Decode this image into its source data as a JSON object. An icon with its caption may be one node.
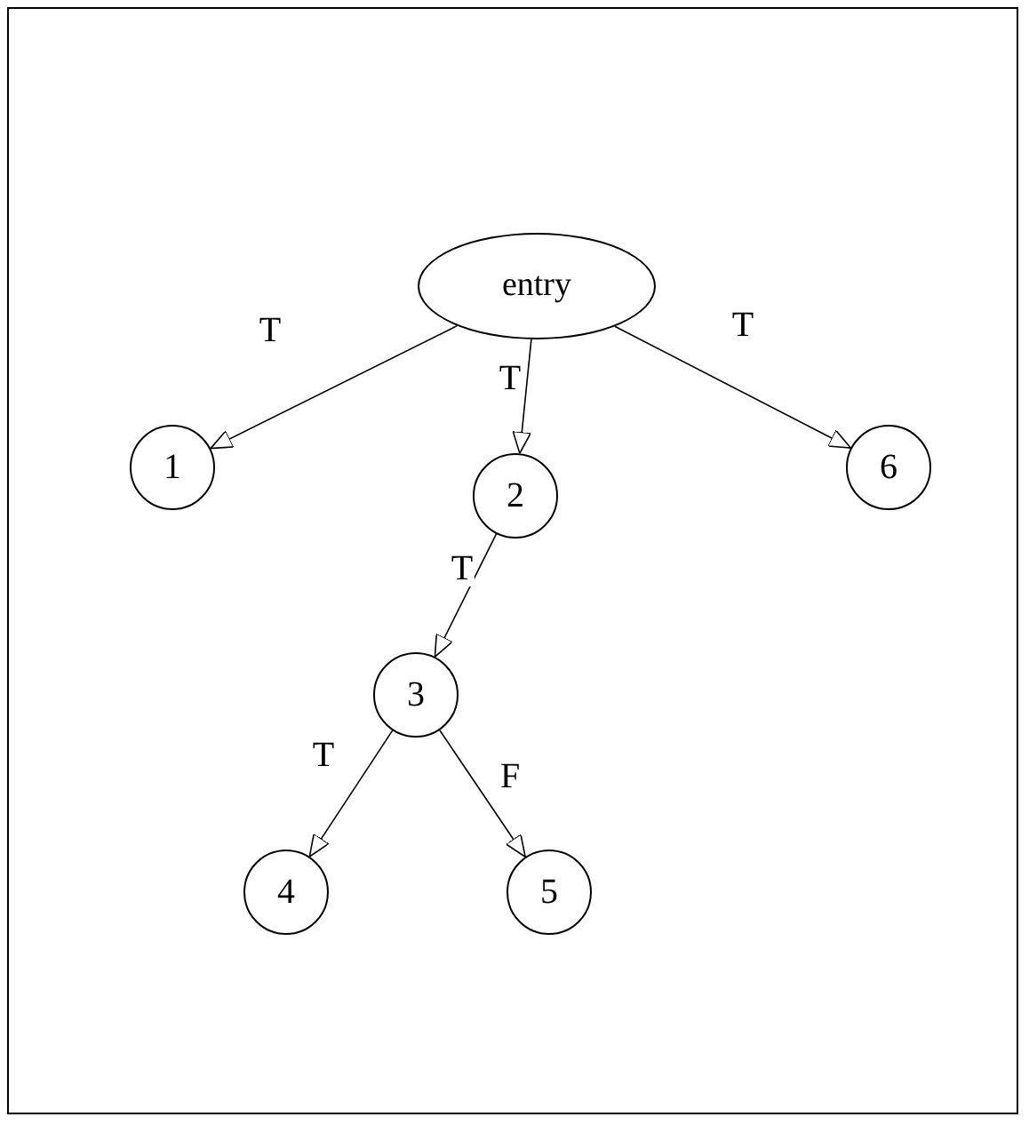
{
  "diagram": {
    "nodes": [
      {
        "text": [
          "entry"
        ]
      },
      {
        "text": [
          "1"
        ]
      },
      {
        "text": [
          "2"
        ]
      },
      {
        "text": [
          "6"
        ]
      },
      {
        "text": [
          "3"
        ]
      },
      {
        "text": [
          "4"
        ]
      },
      {
        "text": [
          "5"
        ]
      }
    ],
    "edges": [
      {
        "from": 0,
        "to": 1,
        "arrow": "to",
        "label": "T"
      },
      {
        "from": 0,
        "to": 2,
        "arrow": "to",
        "label": "T"
      },
      {
        "from": 0,
        "to": 3,
        "arrow": "to",
        "label": "T"
      },
      {
        "from": 2,
        "to": 4,
        "arrow": "to",
        "label": "T"
      },
      {
        "from": 4,
        "to": 5,
        "arrow": "to",
        "label": "T"
      },
      {
        "from": 4,
        "to": 6,
        "arrow": "to",
        "label": "F"
      }
    ]
  }
}
